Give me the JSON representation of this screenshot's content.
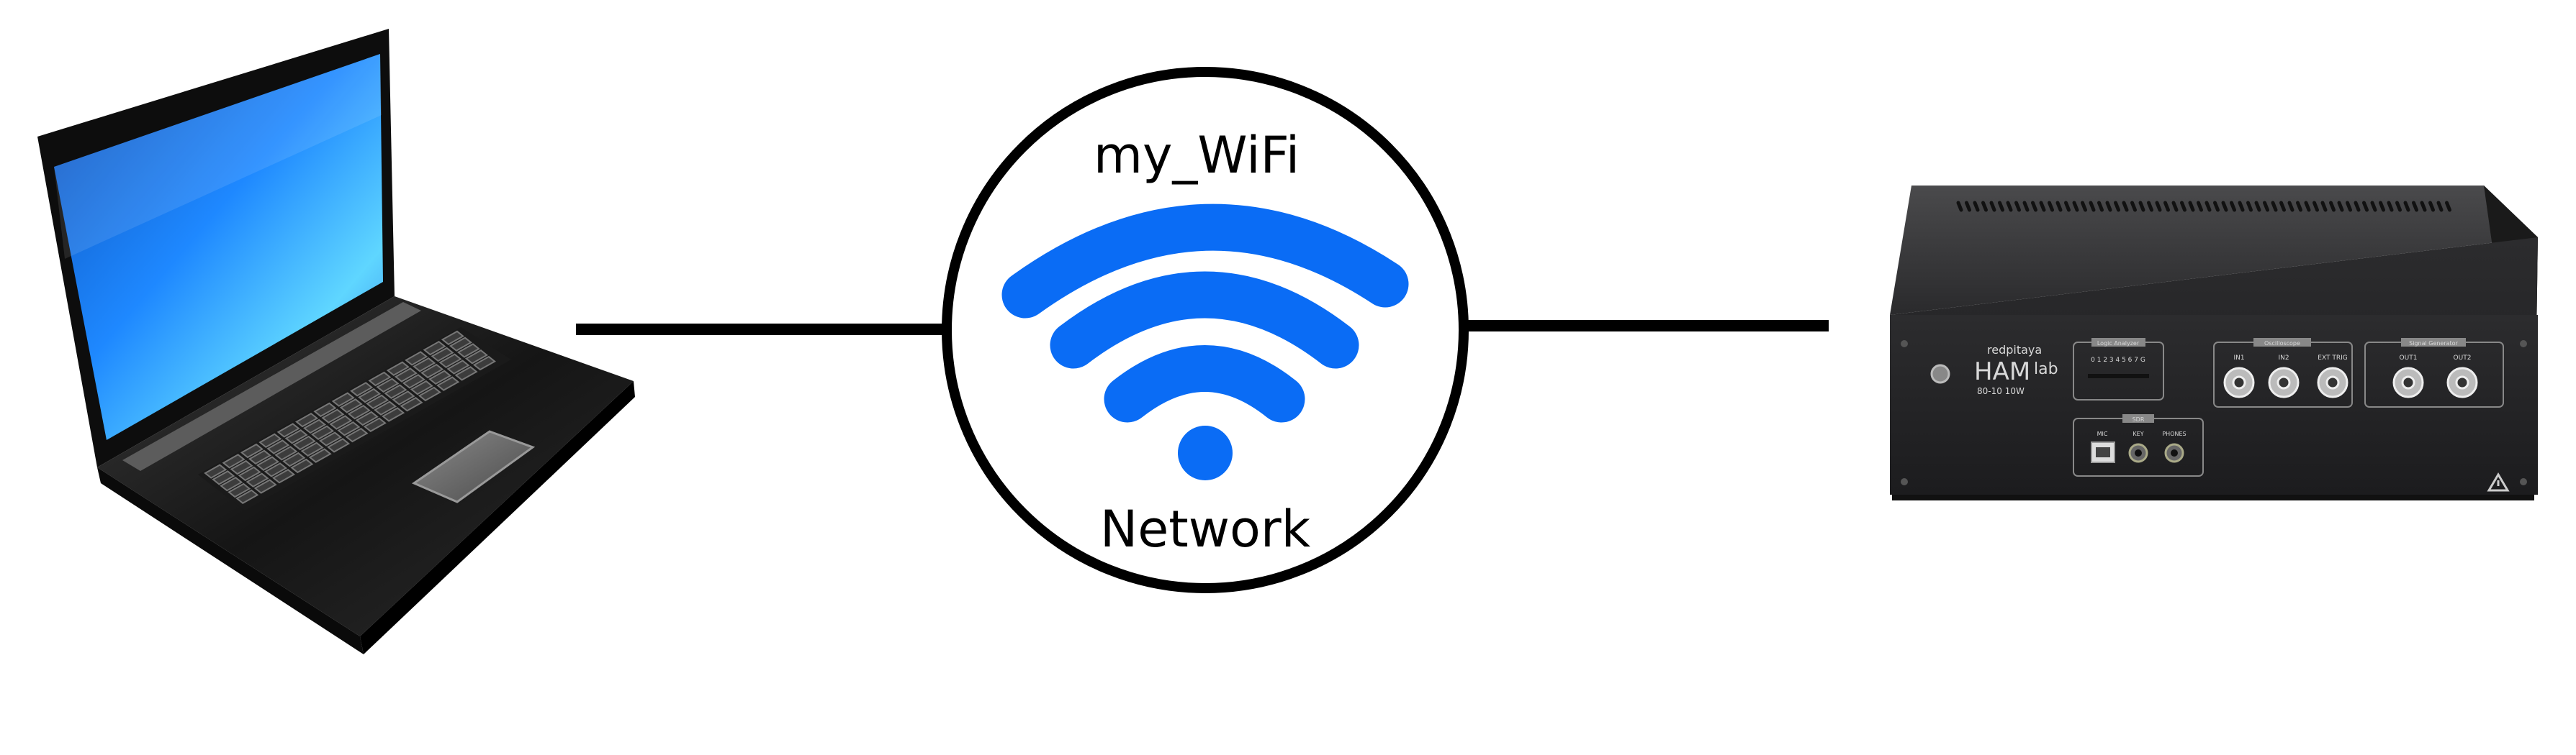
{
  "network": {
    "ssid": "my_WiFi",
    "caption": "Network",
    "icon": "wifi-icon",
    "icon_color": "#0a6cf5"
  },
  "laptop": {
    "icon": "laptop-icon",
    "screen_color": "#1e88ff"
  },
  "device": {
    "brand": "redpitaya",
    "model": "HAM",
    "model_suffix": "lab",
    "spec": "80-10 10W",
    "panels": {
      "logic_analyzer": "Logic Analyzer",
      "logic_pins": "0 1 2 3 4 5 6 7 G",
      "oscilloscope": "Oscilloscope",
      "signal_generator": "Signal Generator",
      "sdr": "SDR"
    },
    "ports": {
      "in1": "IN1",
      "in2": "IN2",
      "ext_trig": "EXT TRIG",
      "out1": "OUT1",
      "out2": "OUT2",
      "mic": "MIC",
      "key": "KEY",
      "phones": "PHONES"
    },
    "body_color": "#2a2a2c"
  },
  "link_color": "#000000"
}
